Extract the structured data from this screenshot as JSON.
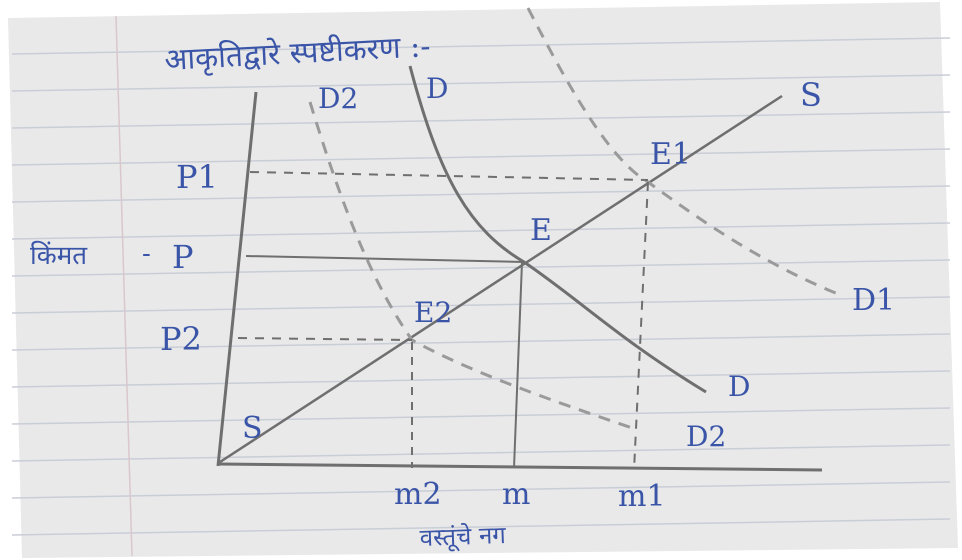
{
  "heading": "आकृतिद्वारे स्पष्टीकरण :-",
  "y_axis_label": "किंमत",
  "x_axis_label": "वस्तूंचे नग",
  "price_labels": {
    "p1": "P1",
    "p": "P",
    "p2": "P2"
  },
  "quantity_labels": {
    "m2": "m2",
    "m": "m",
    "m1": "m1"
  },
  "curve_labels": {
    "supply_bottom": "S",
    "supply_top": "S",
    "demand_top": "D",
    "demand_bottom": "D",
    "d1_right": "D1",
    "d2_top": "D2",
    "d2_right": "D2"
  },
  "point_labels": {
    "e": "E",
    "e1": "E1",
    "e2": "E2"
  },
  "colors": {
    "paper": "#e9e9ea",
    "rule_line": "#c9cdd6",
    "margin_line": "#d9c7cc",
    "pencil": "#6f6f6f",
    "pencil_dashed": "#9a9a9a",
    "ink": "#3a55a8"
  }
}
